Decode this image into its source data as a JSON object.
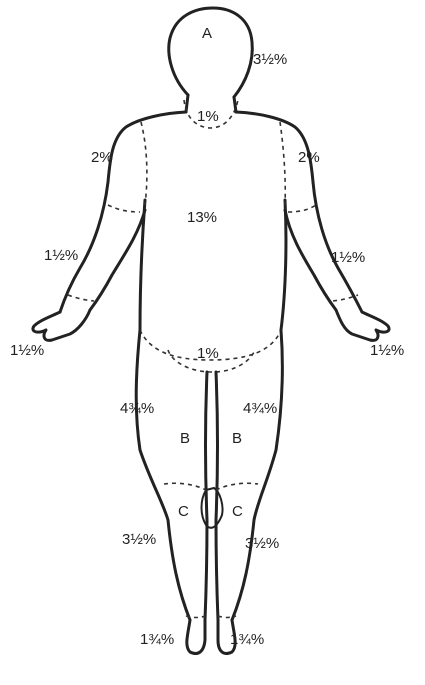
{
  "regions": {
    "head": {
      "letter": "A",
      "pct": "3½%"
    },
    "neck": "1%",
    "upper_arm_left": "2%",
    "upper_arm_right": "2%",
    "trunk": "13%",
    "forearm_left": "1½%",
    "forearm_right": "1½%",
    "hand_left": "1½%",
    "hand_right": "1½%",
    "genitals": "1%",
    "thigh_left": {
      "pct": "4¾%",
      "letter": "B"
    },
    "thigh_right": {
      "pct": "4¾%",
      "letter": "B"
    },
    "leg_left": {
      "letter": "C",
      "pct": "3½%"
    },
    "leg_right": {
      "letter": "C",
      "pct": "3½%"
    },
    "foot_left": "1¾%",
    "foot_right": "1¾%"
  }
}
